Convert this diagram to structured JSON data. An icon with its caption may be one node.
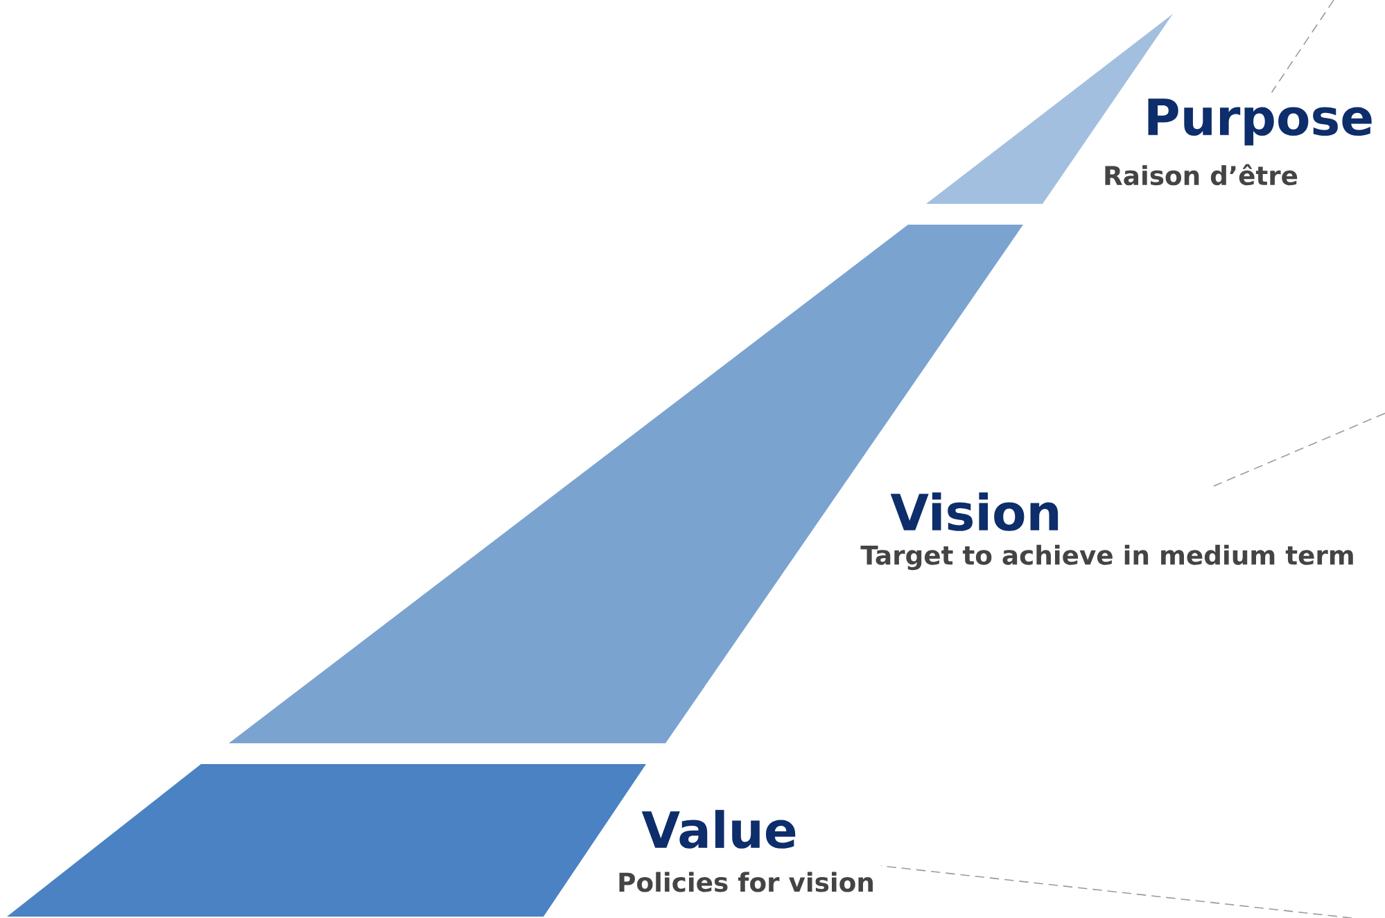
{
  "diagram": {
    "nodes": [
      {
        "text": [
          "Purpose",
          "Raison d’être"
        ]
      },
      {
        "text": [
          "Vision",
          "Target to achieve in medium term"
        ]
      },
      {
        "text": [
          "Value",
          "Policies for vision"
        ]
      }
    ],
    "edges": [
      {
        "from": null,
        "to": 0,
        "arrow": "none",
        "style": "dashed"
      },
      {
        "from": null,
        "to": 1,
        "arrow": "none",
        "style": "dashed"
      },
      {
        "from": null,
        "to": 2,
        "arrow": "none",
        "style": "dashed"
      }
    ]
  }
}
